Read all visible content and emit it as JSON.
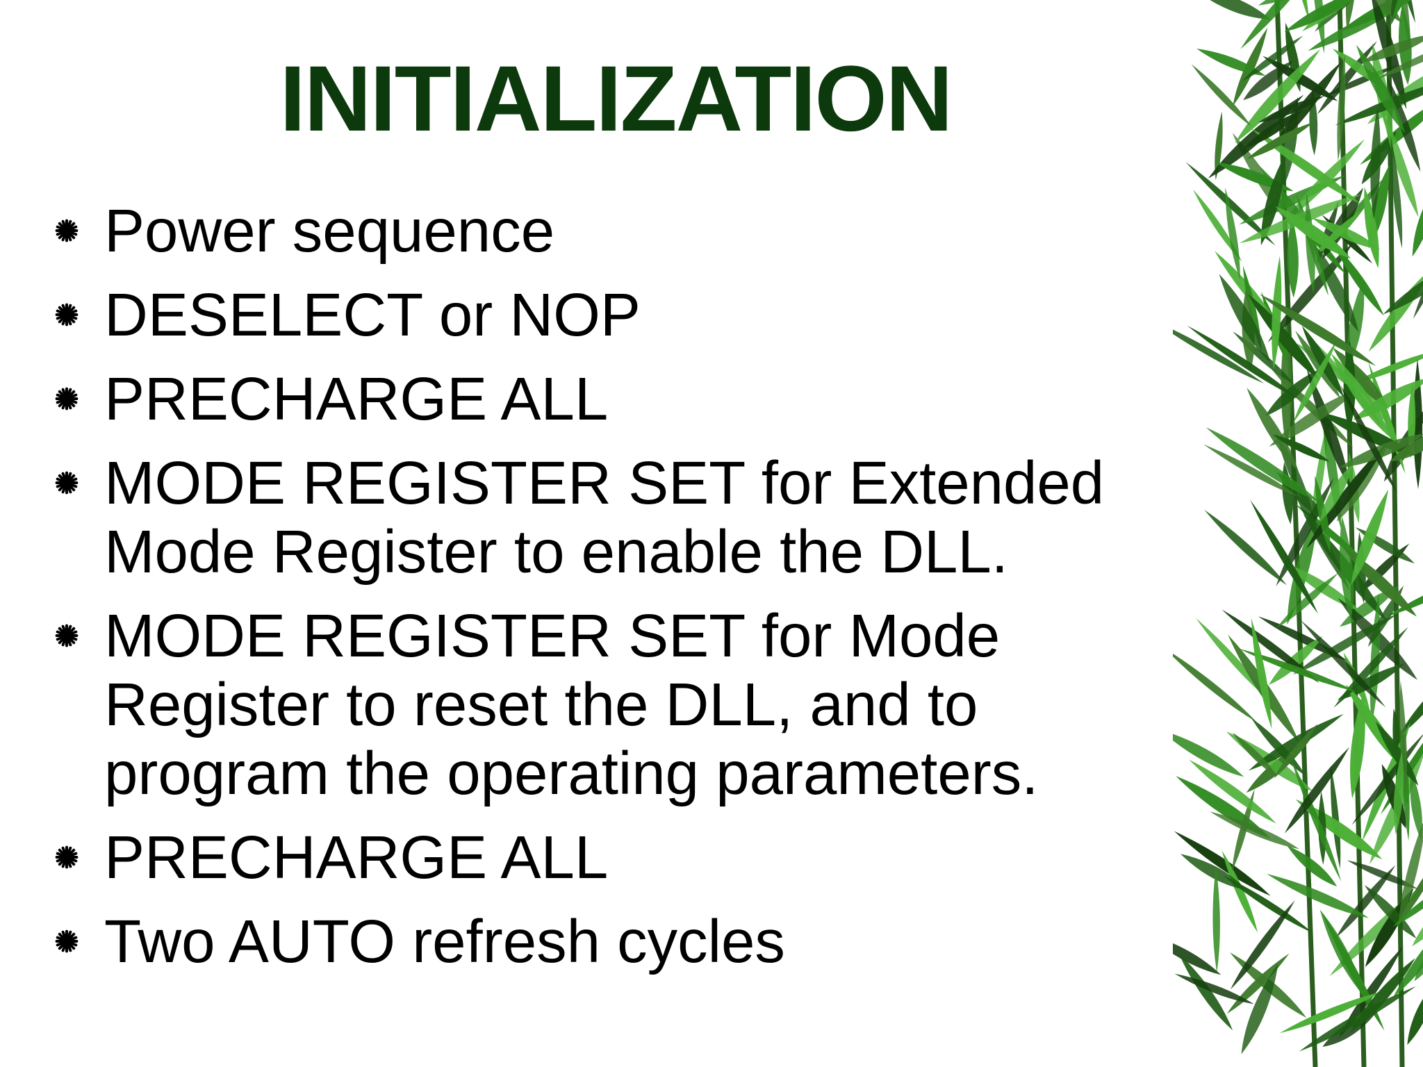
{
  "slide": {
    "title": "INITIALIZATION",
    "bullets": [
      {
        "text": "Power sequence"
      },
      {
        "text": "DESELECT or NOP"
      },
      {
        "text": "PRECHARGE ALL"
      },
      {
        "text": "MODE REGISTER SET for Extended Mode Register to enable the DLL."
      },
      {
        "text": "MODE REGISTER SET for Mode Register to reset the DLL, and to program the operating parameters."
      },
      {
        "text": "PRECHARGE ALL"
      },
      {
        "text": "Two AUTO refresh cycles"
      }
    ],
    "bullet_icon": "starburst-bullet-icon",
    "decoration_icon": "bamboo-leaves-icon"
  },
  "colors": {
    "title": "#0d3a0d",
    "text": "#000000",
    "background": "#ffffff",
    "leaf_dark": "#1e5c14",
    "leaf_mid": "#2f8a1f",
    "leaf_light": "#4caf36"
  }
}
